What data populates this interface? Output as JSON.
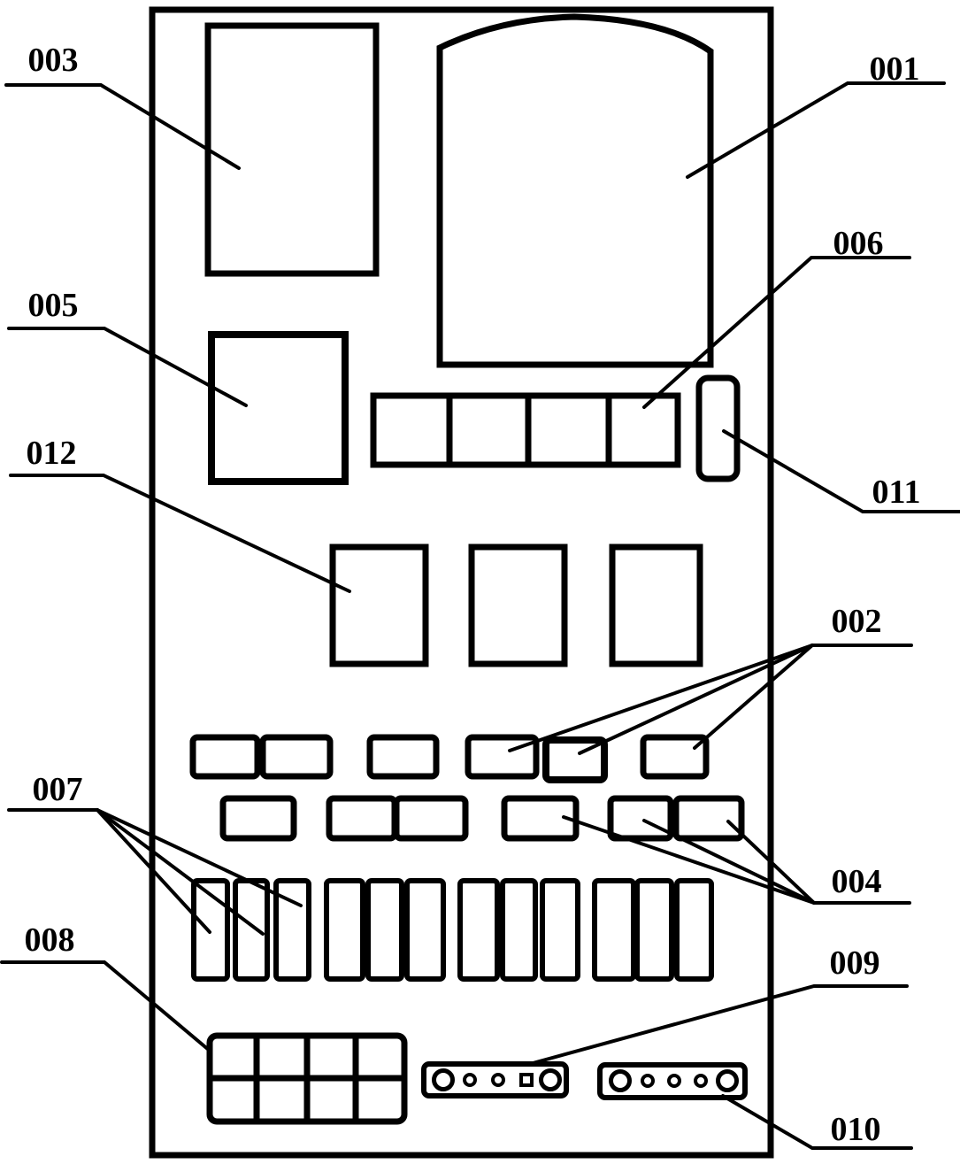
{
  "figure": {
    "kind": "component-layout-diagram",
    "colors": {
      "background": "#ffffff",
      "line": "#000000"
    }
  },
  "callouts": {
    "c001": "001",
    "c002": "002",
    "c003": "003",
    "c004": "004",
    "c005": "005",
    "c006": "006",
    "c007": "007",
    "c008": "008",
    "c009": "009",
    "c010": "010",
    "c011": "011",
    "c012": "012"
  }
}
